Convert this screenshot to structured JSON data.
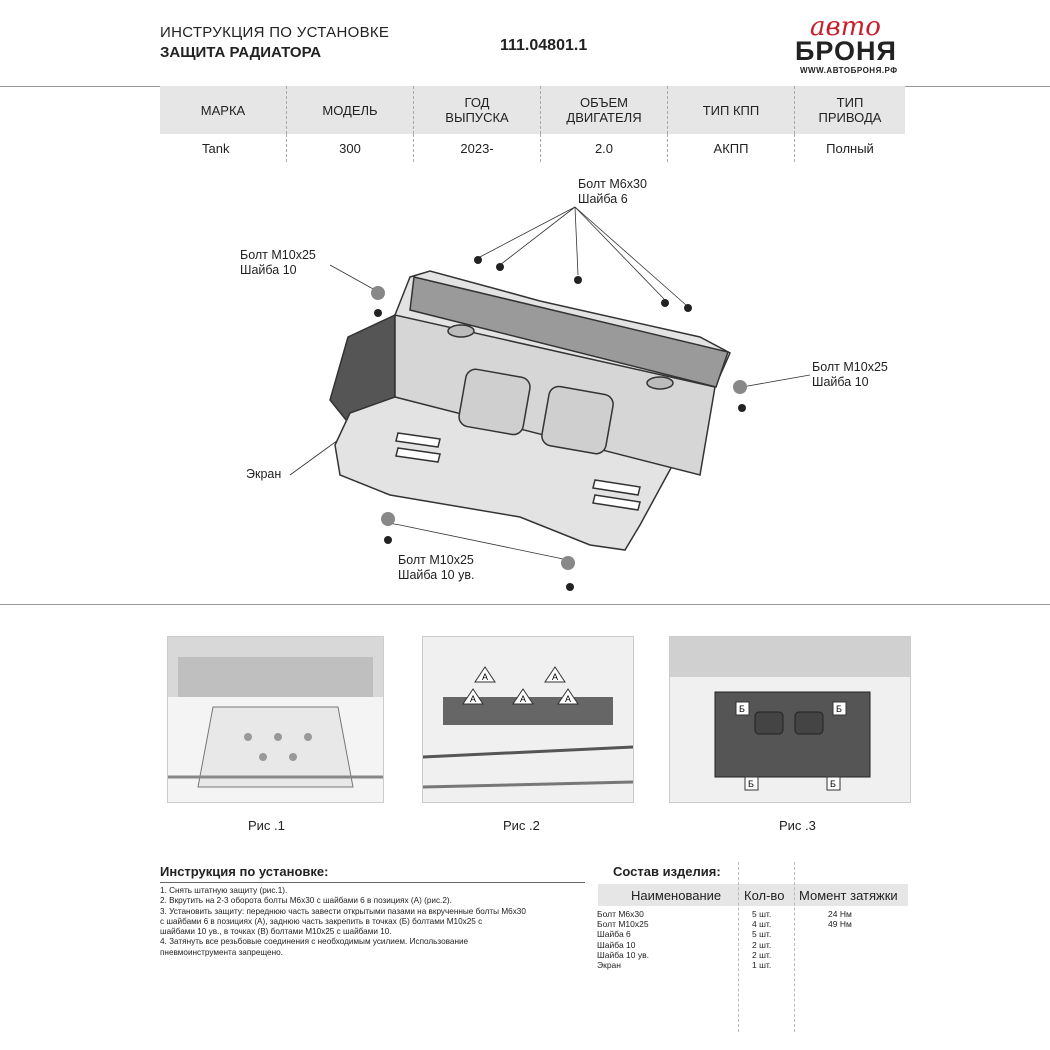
{
  "header": {
    "title_line1": "ИНСТРУКЦИЯ ПО УСТАНОВКЕ",
    "title_line2": "ЗАЩИТА РАДИАТОРА",
    "article": "111.04801.1",
    "logo_script": "автo",
    "logo_main": "БРОНЯ",
    "logo_url": "WWW.АВТОБРОНЯ.РФ"
  },
  "spec_table": {
    "headers": [
      "МАРКА",
      "МОДЕЛЬ",
      "ГОД ВЫПУСКА",
      "ОБЪЕМ ДВИГАТЕЛЯ",
      "ТИП КПП",
      "ТИП ПРИВОДА"
    ],
    "row": [
      "Tank",
      "300",
      "2023-",
      "2.0",
      "АКПП",
      "Полный"
    ]
  },
  "diagram": {
    "bolt_m6_line1": "Болт М6х30",
    "bolt_m6_line2": "Шайба 6",
    "bolt_left_line1": "Болт М10х25",
    "bolt_left_line2": "Шайба 10",
    "bolt_right_line1": "Болт М10х25",
    "bolt_right_line2": "Шайба 10",
    "bolt_bottom_line1": "Болт М10х25",
    "bolt_bottom_line2": "Шайба 10 ув.",
    "screen_label": "Экран"
  },
  "photos": {
    "fig1": "Рис .1",
    "fig2": "Рис .2",
    "fig3": "Рис .3",
    "marker_a": "А",
    "marker_b": "Б"
  },
  "instructions": {
    "title": "Инструкция по установке:",
    "lines": [
      "1. Снять штатную защиту (рис.1).",
      "2. Вкрутить на 2-3 оборота болты М6х30 с шайбами 6 в позициях (А) (рис.2).",
      "3. Установить защиту: переднюю часть завести открытыми пазами на вкрученные болты М6х30",
      "с шайбами 6 в позициях (А), заднюю часть закрепить в точках (Б) болтами М10х25 с",
      "шайбами 10 ув., в точках (В) болтами М10х25 с шайбами 10.",
      "4. Затянуть все резьбовые соединения с необходимым усилием. Использование",
      "пневмоинструмента запрещено."
    ]
  },
  "composition": {
    "title": "Состав изделия:",
    "col_name": "Наименование",
    "col_qty": "Кол-во",
    "col_torque": "Момент затяжки",
    "items": [
      {
        "name": "Болт М6х30",
        "qty": "5 шт.",
        "torque": "24 Нм"
      },
      {
        "name": "Болт М10х25",
        "qty": "4 шт.",
        "torque": "49 Нм"
      },
      {
        "name": "Шайба 6",
        "qty": "5 шт.",
        "torque": ""
      },
      {
        "name": "Шайба 10",
        "qty": "2 шт.",
        "torque": ""
      },
      {
        "name": "Шайба 10 ув.",
        "qty": "2 шт.",
        "torque": ""
      },
      {
        "name": "Экран",
        "qty": "1 шт.",
        "torque": ""
      }
    ]
  }
}
